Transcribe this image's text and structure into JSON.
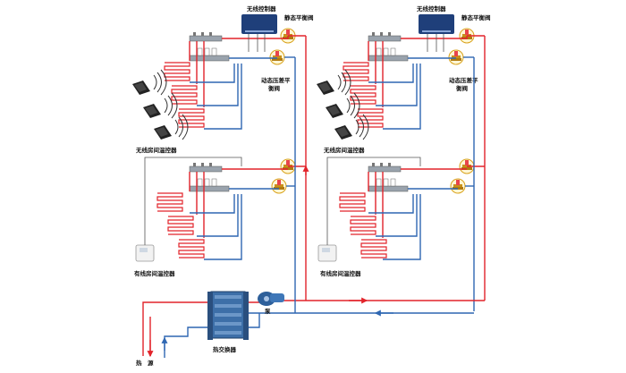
{
  "labels": {
    "wireless_controller": "无线控制器",
    "static_balance_valve": "静态平衡阀",
    "dynamic_pressure_valve_l1": "动态压差平",
    "dynamic_pressure_valve_l2": "衡阀",
    "wireless_room_thermostat": "无线房间温控器",
    "wired_room_thermostat": "有线房间温控器",
    "pump": "泵",
    "heat_exchanger": "热交换器",
    "heat_source": "热　源"
  },
  "colors": {
    "supply_pipe": "#e2232a",
    "return_pipe": "#2f67b2",
    "controller": "#1f3f7a",
    "balance_valve": "#d9a21b",
    "heat_exchanger": "#3d6fa8",
    "pump": "#2d5f9a"
  },
  "icons": [
    "wifi-signal-icon",
    "thermostat-icon",
    "valve-icon",
    "manifold-icon",
    "pump-icon",
    "heat-exchanger-icon"
  ]
}
